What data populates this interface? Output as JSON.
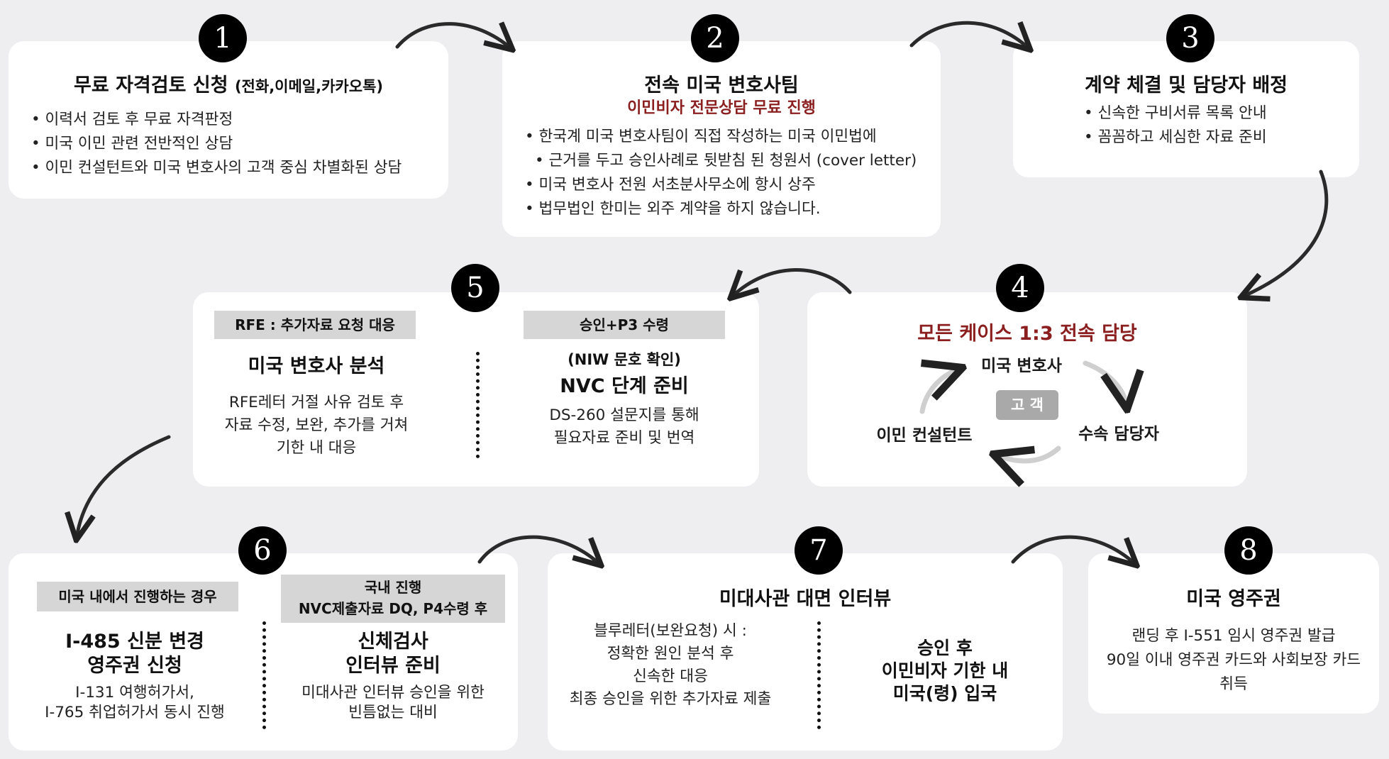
{
  "steps": [
    {
      "num": "1",
      "title": "무료 자격검토 신청",
      "title_small": "(전화,이메일,카카오톡)",
      "bullets": [
        "이력서 검토 후 무료 자격판정",
        "미국 이민 관련 전반적인 상담",
        "이민 컨설턴트와 미국 변호사의 고객 중심 차별화된 상담"
      ]
    },
    {
      "num": "2",
      "title": "전속 미국 변호사팀",
      "subtitle": "이민비자 전문상담 무료 진행",
      "bullets": [
        "한국계 미국 변호사팀이 직접 작성하는 미국 이민법에",
        "근거를 두고 승인사례로 뒷받침 된 청원서 (cover letter)",
        "미국 변호사 전원 서초분사무소에 항시 상주",
        "법무법인 한미는 외주 계약을 하지 않습니다."
      ]
    },
    {
      "num": "3",
      "title": "계약 체결 및 담당자 배정",
      "bullets": [
        "신속한 구비서류 목록 안내",
        "꼼꼼하고 세심한 자료 준비"
      ]
    },
    {
      "num": "4",
      "title": "모든 케이스 1:3 전속 담당",
      "top": "미국 변호사",
      "center": "고 객",
      "left": "이민 컨설턴트",
      "right": "수속 담당자"
    },
    {
      "num": "5",
      "left_tag": "RFE : 추가자료 요청 대응",
      "left_title": "미국 변호사 분석",
      "left_lines": [
        "RFE레터 거절 사유 검토 후",
        "자료 수정, 보완, 추가를 거쳐",
        "기한 내 대응"
      ],
      "right_tag": "승인+P3 수령",
      "right_pre": "(NIW 문호 확인)",
      "right_title": "NVC 단계 준비",
      "right_lines": [
        "DS-260 설문지를 통해",
        "필요자료 준비 및 번역"
      ]
    },
    {
      "num": "6",
      "left_tag": "미국 내에서 진행하는 경우",
      "left_title": [
        "I-485 신분 변경",
        "영주권 신청"
      ],
      "left_lines": [
        "I-131 여행허가서,",
        "I-765 취업허가서 동시 진행"
      ],
      "right_tag": [
        "국내 진행",
        "NVC제출자료 DQ, P4수령 후"
      ],
      "right_title": [
        "신체검사",
        "인터뷰 준비"
      ],
      "right_lines": [
        "미대사관 인터뷰 승인을 위한",
        "빈틈없는 대비"
      ]
    },
    {
      "num": "7",
      "title": "미대사관 대면 인터뷰",
      "left_lines": [
        "블루레터(보완요청) 시 :",
        "정확한 원인 분석 후",
        "신속한 대응",
        "최종 승인을 위한 추가자료 제출"
      ],
      "right_title": [
        "승인 후",
        "이민비자 기한 내",
        "미국(령) 입국"
      ]
    },
    {
      "num": "8",
      "title": "미국 영주권",
      "lines": [
        "랜딩 후 I-551 임시 영주권 발급",
        "90일 이내 영주권 카드와 사회보장 카드",
        "취득"
      ]
    }
  ],
  "colors": {
    "accent_red": "#8b1f1f",
    "circle": "#000000",
    "tag_gray": "#d6d6d6",
    "center_box": "#a9a9a9"
  }
}
